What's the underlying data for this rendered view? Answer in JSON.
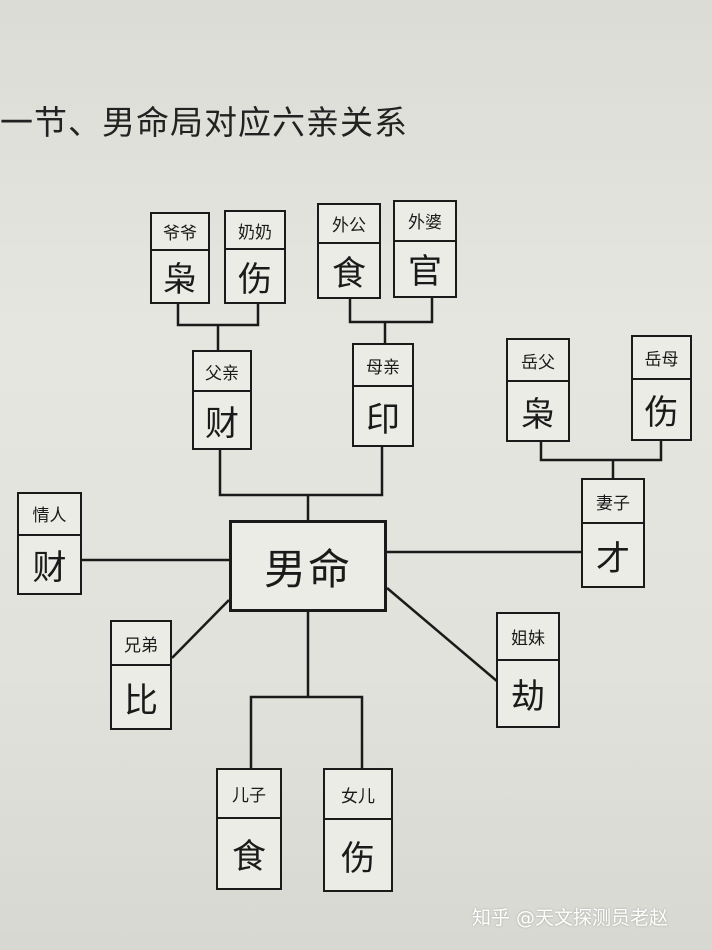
{
  "title": "一节、男命局对应六亲关系",
  "center": "男命",
  "nodes": {
    "yeye": {
      "relation": "爷爷",
      "god": "枭"
    },
    "nainai": {
      "relation": "奶奶",
      "god": "伤"
    },
    "waigong": {
      "relation": "外公",
      "god": "食"
    },
    "waipo": {
      "relation": "外婆",
      "god": "官"
    },
    "fuqin": {
      "relation": "父亲",
      "god": "财"
    },
    "muqin": {
      "relation": "母亲",
      "god": "印"
    },
    "yuefu": {
      "relation": "岳父",
      "god": "枭"
    },
    "yuemu": {
      "relation": "岳母",
      "god": "伤"
    },
    "qingren": {
      "relation": "情人",
      "god": "财"
    },
    "qizi": {
      "relation": "妻子",
      "god": "才"
    },
    "xiongdi": {
      "relation": "兄弟",
      "god": "比"
    },
    "jiemei": {
      "relation": "姐妹",
      "god": "劫"
    },
    "erzi": {
      "relation": "儿子",
      "god": "食"
    },
    "nver": {
      "relation": "女儿",
      "god": "伤"
    }
  },
  "watermark": "知乎 @天文探测员老赵"
}
